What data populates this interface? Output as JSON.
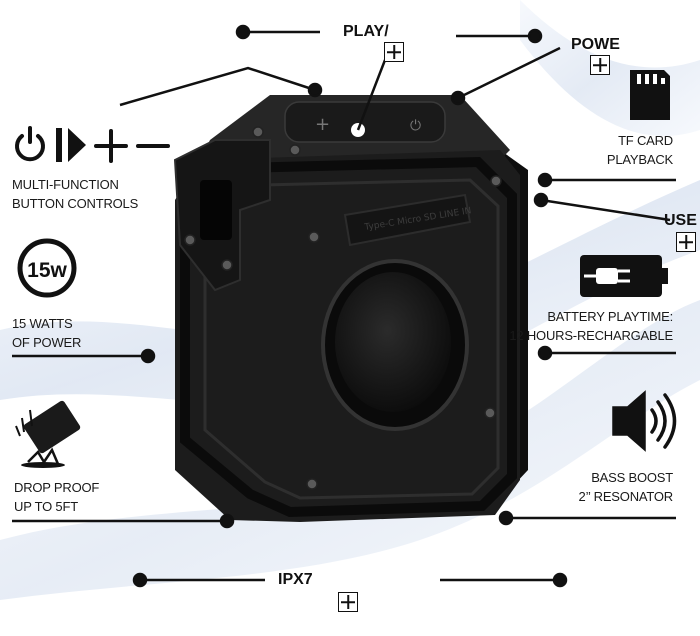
{
  "callouts": {
    "play": "PLAY/",
    "power": "POWE",
    "usb": "USE",
    "ipx7": "IPX7"
  },
  "features": {
    "buttons": [
      "MULTI-FUNCTION",
      "BUTTON CONTROLS"
    ],
    "tf_card": [
      "TF CARD",
      "PLAYBACK"
    ],
    "power_rating": [
      "15 WATTS",
      "OF POWER"
    ],
    "battery": [
      "BATTERY PLAYTIME:",
      "12 HOURS-RECHARGABLE"
    ],
    "drop_proof": [
      "DROP PROOF",
      "UP TO 5FT"
    ],
    "bass": [
      "BASS BOOST",
      "2’’ RESONATOR"
    ]
  },
  "badge_15w": "15w",
  "speaker_plate_text": "Type-C Micro SD LINE IN",
  "colors": {
    "body": "#1c1c1c",
    "body_dark": "#0e0e0e",
    "accent_line": "#111111",
    "wave": "#c9d6ea"
  }
}
